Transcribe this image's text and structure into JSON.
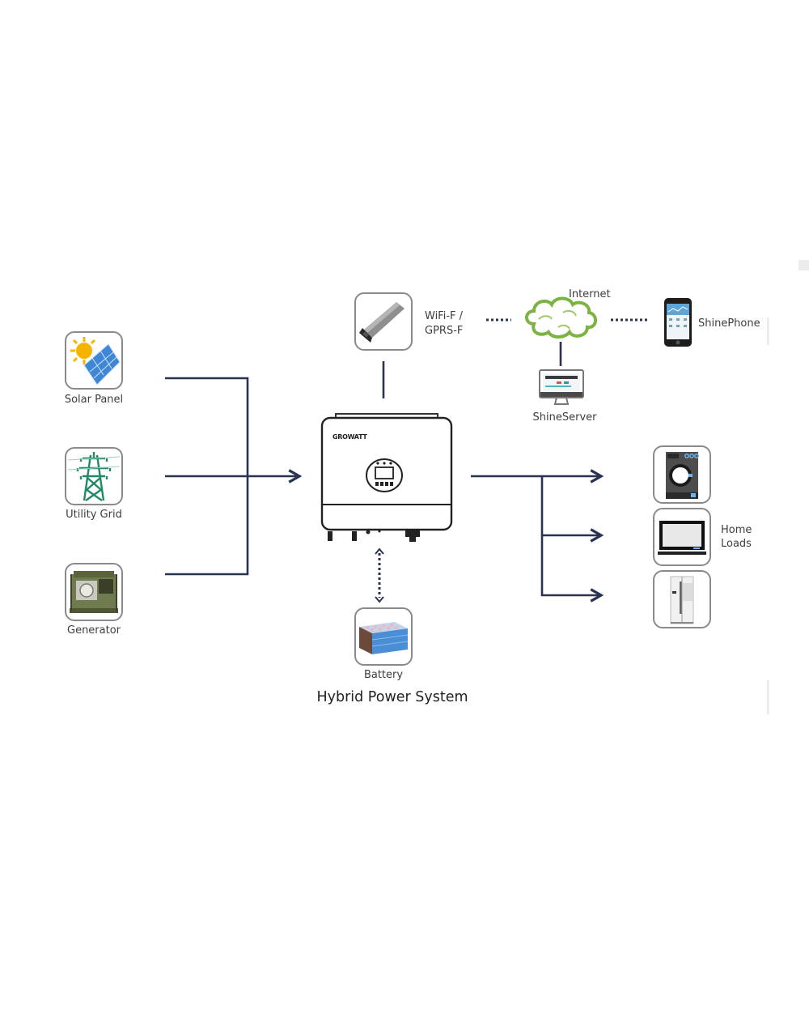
{
  "diagram": {
    "title": "Hybrid Power System",
    "colors": {
      "wire": "#2a3352",
      "tile_border": "#8a8a8a",
      "cloud": "#7cb342",
      "text": "#3d3d3d"
    },
    "sources": [
      {
        "id": "solar",
        "label": "Solar Panel",
        "icon": "solar-panel-icon"
      },
      {
        "id": "grid",
        "label": "Utility Grid",
        "icon": "transmission-tower-icon"
      },
      {
        "id": "generator",
        "label": "Generator",
        "icon": "generator-icon"
      }
    ],
    "inverter": {
      "brand": "GROWATT",
      "icon": "hybrid-inverter-icon"
    },
    "communication": {
      "module": {
        "label_line1": "WiFi-F /",
        "label_line2": "GPRS-F",
        "icon": "wifi-dongle-icon"
      },
      "internet": {
        "label": "Internet",
        "icon": "cloud-icon"
      },
      "phone": {
        "label": "ShinePhone",
        "icon": "smartphone-icon"
      },
      "server": {
        "label": "ShineServer",
        "icon": "monitor-icon"
      }
    },
    "storage": {
      "label": "Battery",
      "icon": "battery-icon"
    },
    "loads": {
      "label_line1": "Home",
      "label_line2": "Loads",
      "items": [
        {
          "id": "washer",
          "icon": "washing-machine-icon"
        },
        {
          "id": "tv",
          "icon": "television-icon"
        },
        {
          "id": "fridge",
          "icon": "refrigerator-icon"
        }
      ]
    },
    "connections": [
      {
        "from": "solar",
        "to": "inverter",
        "style": "solid"
      },
      {
        "from": "grid",
        "to": "inverter",
        "style": "solid"
      },
      {
        "from": "generator",
        "to": "inverter",
        "style": "solid"
      },
      {
        "from": "inverter",
        "to": "module",
        "style": "solid"
      },
      {
        "from": "module",
        "to": "internet",
        "style": "dotted"
      },
      {
        "from": "internet",
        "to": "phone",
        "style": "dotted"
      },
      {
        "from": "internet",
        "to": "server",
        "style": "solid"
      },
      {
        "from": "inverter",
        "to": "battery",
        "style": "dotted-bidirectional"
      },
      {
        "from": "inverter",
        "to": "washer",
        "style": "solid"
      },
      {
        "from": "inverter",
        "to": "tv",
        "style": "solid"
      },
      {
        "from": "inverter",
        "to": "fridge",
        "style": "solid"
      }
    ]
  }
}
